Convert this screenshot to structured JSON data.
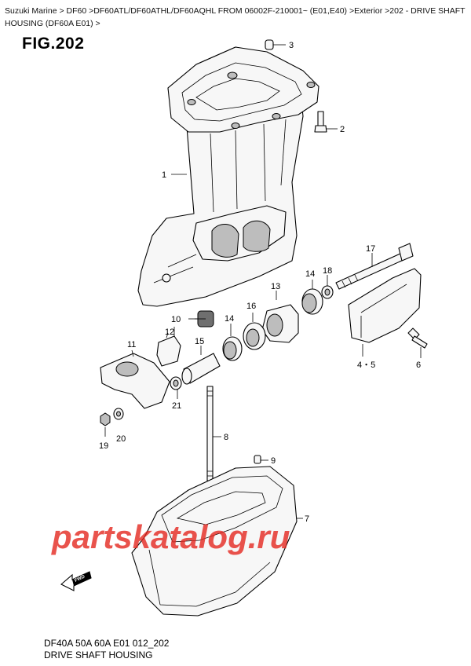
{
  "breadcrumb": "Suzuki Marine > DF60 >DF60ATL/DF60ATHL/DF60AQHL FROM 06002F-210001~ (E01,E40) >Exterior >202 - DRIVE SHAFT HOUSING (DF60A E01) >",
  "figure_title": "FIG.202",
  "footer": {
    "model_code": "DF40A 50A 60A E01 012_202",
    "diagram_name": "DRIVE SHAFT HOUSING"
  },
  "watermark": "partskatalog.ru",
  "direction_icon_text": "FWD",
  "callouts": {
    "c1": "1",
    "c2": "2",
    "c3": "3",
    "c45": "4・5",
    "c6": "6",
    "c7": "7",
    "c8": "8",
    "c9": "9",
    "c10": "10",
    "c11": "11",
    "c12": "12",
    "c13": "13",
    "c14a": "14",
    "c14b": "14",
    "c15": "15",
    "c16": "16",
    "c17": "17",
    "c18": "18",
    "c19": "19",
    "c20": "20",
    "c21": "21"
  }
}
